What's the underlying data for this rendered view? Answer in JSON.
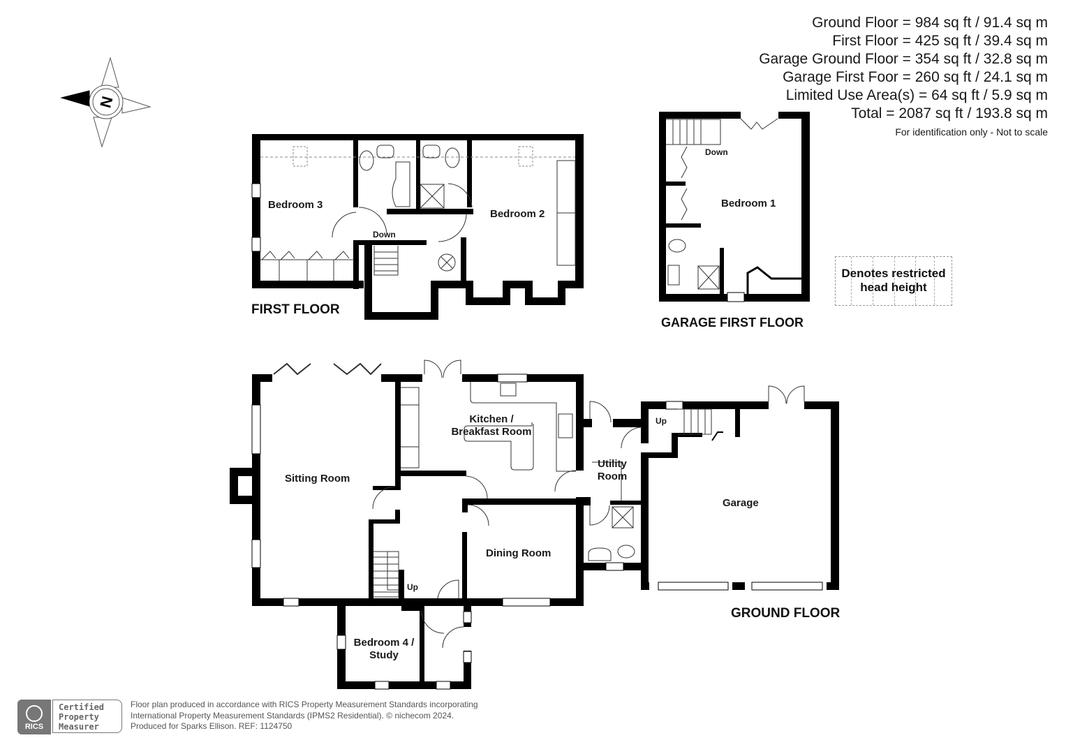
{
  "areas": {
    "lines": [
      "Ground Floor = 984 sq ft / 91.4 sq m",
      "First Floor = 425 sq ft / 39.4 sq m",
      "Garage Ground Floor = 354 sq ft / 32.8 sq m",
      "Garage First Foor = 260 sq ft / 24.1 sq m",
      "Limited Use Area(s) = 64 sq ft / 5.9 sq m",
      "Total = 2087 sq ft / 193.8 sq m"
    ],
    "note": "For identification only - Not to scale"
  },
  "compass": {
    "label": "N",
    "icon": "compass-rose-icon"
  },
  "first_floor": {
    "title": "FIRST FLOOR",
    "rooms": {
      "bedroom3": "Bedroom 3",
      "bedroom2": "Bedroom 2"
    },
    "stairs": "Down"
  },
  "garage_first_floor": {
    "title": "GARAGE FIRST FLOOR",
    "rooms": {
      "bedroom1": "Bedroom 1"
    },
    "stairs": "Down"
  },
  "legend": {
    "line1": "Denotes restricted",
    "line2": "head height"
  },
  "ground_floor": {
    "title": "GROUND FLOOR",
    "rooms": {
      "sitting": "Sitting Room",
      "kitchen1": "Kitchen /",
      "kitchen2": "Breakfast Room",
      "utility1": "Utility",
      "utility2": "Room",
      "dining": "Dining Room",
      "garage": "Garage",
      "bed4_1": "Bedroom 4 /",
      "bed4_2": "Study"
    },
    "stairs_main": "Up",
    "stairs_garage": "Up"
  },
  "footer": {
    "badge": "RICS",
    "cert": [
      "Certified",
      "Property",
      "Measurer"
    ],
    "lines": [
      "Floor plan produced in accordance with RICS Property Measurement Standards incorporating",
      "International Property Measurement Standards (IPMS2 Residential).   © nichecom 2024.",
      "Produced for Sparks Ellison.   REF:  1124750"
    ]
  }
}
